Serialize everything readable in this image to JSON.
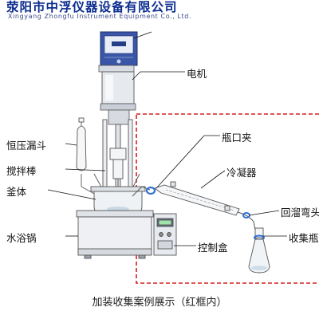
{
  "header": {
    "company_cn": "荥阳市中浮仪器设备有限公司",
    "company_en": "Xingyang Zhongfu Instrument Equipment Co., Ltd."
  },
  "labels": {
    "motor": "电机",
    "funnel": "恒压漏斗",
    "stirrer": "搅拌棒",
    "kettle": "釜体",
    "bath": "水浴锅",
    "clamp": "瓶口夹",
    "condenser": "冷凝器",
    "reflux": "回溜弯头",
    "flask": "收集瓶",
    "control": "控制盒"
  },
  "caption": "加装收集案例展示（红框内）",
  "colors": {
    "frame": "#d42020",
    "motor_body": "#3a56a8",
    "clamp_ring": "#2f6fd6",
    "title": "#0b2c8f"
  }
}
